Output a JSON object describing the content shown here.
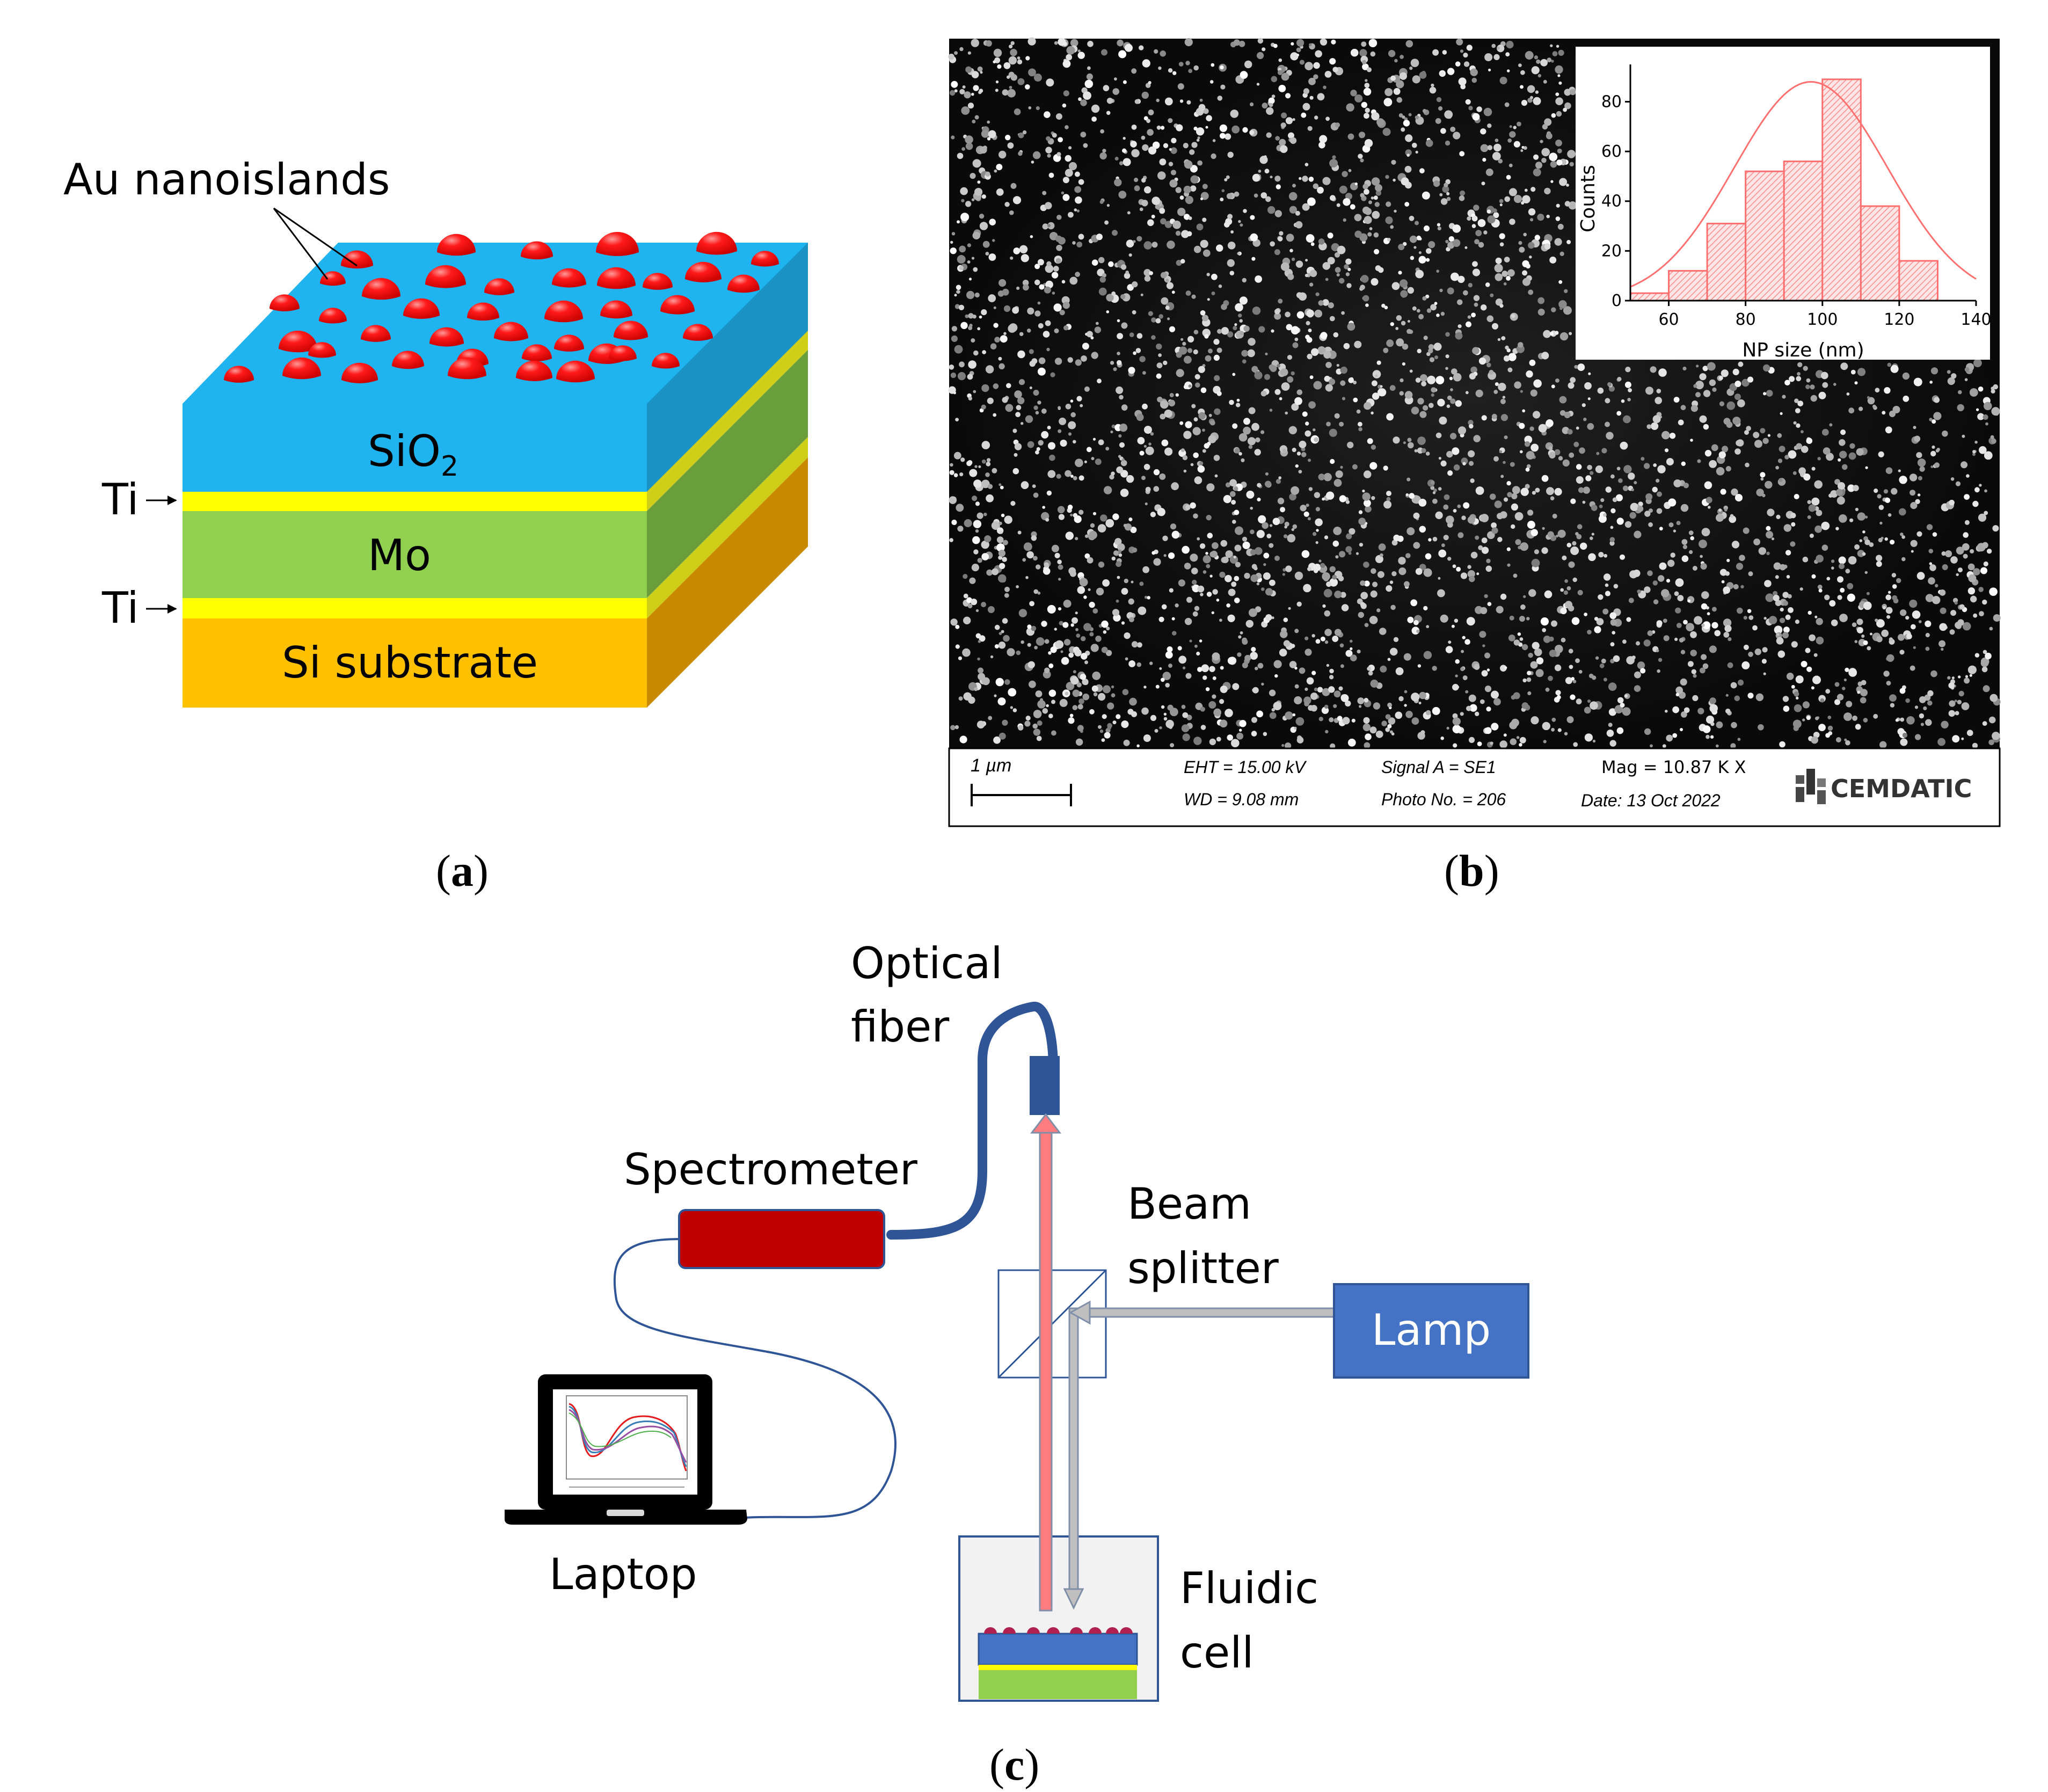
{
  "panel_a": {
    "caption": "(a)",
    "caption_letter": "a",
    "label_nanoislands": "Au nanoislands",
    "layer_sio2_base": "SiO",
    "layer_sio2_sub": "2",
    "layer_ti_1": "Ti",
    "layer_mo": "Mo",
    "layer_ti_2": "Ti",
    "layer_si": "Si substrate",
    "colors": {
      "sio2": "#1fb4ef",
      "ti": "#ffff00",
      "mo": "#92d050",
      "si": "#ffc000",
      "island": "#ff0000"
    }
  },
  "panel_b": {
    "caption": "(b)",
    "caption_letter": "b",
    "scale_bar": "1 µm",
    "eht": "EHT = 15.00 kV",
    "wd": "WD = 9.08 mm",
    "signal": "Signal A = SE1",
    "photo": "Photo No. = 206",
    "mag": "Mag =   10.87 K X",
    "date": "Date: 13 Oct 2022",
    "logo": "CEMDATIC"
  },
  "chart_data": {
    "type": "bar",
    "title": "",
    "xlabel": "NP size (nm)",
    "ylabel": "Counts",
    "bin_edges": [
      50,
      60,
      70,
      80,
      90,
      100,
      110,
      120,
      130
    ],
    "values": [
      3,
      12,
      31,
      52,
      56,
      89,
      38,
      16
    ],
    "fit": "gaussian",
    "fit_peak": 88,
    "xlim": [
      50,
      140
    ],
    "ylim": [
      0,
      95
    ],
    "xticks": [
      "60",
      "80",
      "100",
      "120",
      "140"
    ],
    "yticks": [
      "0",
      "20",
      "40",
      "60",
      "80"
    ],
    "color": "#ff6f6f"
  },
  "panel_c": {
    "caption": "(c)",
    "caption_letter": "c",
    "optical_fiber_line1": "Optical",
    "optical_fiber_line2": "fiber",
    "spectrometer": "Spectrometer",
    "beam_splitter_line1": "Beam",
    "beam_splitter_line2": "splitter",
    "lamp": "Lamp",
    "laptop": "Laptop",
    "fluidic_line1": "Fluidic",
    "fluidic_line2": "cell",
    "colors": {
      "spectrometer": "#c00000",
      "lamp": "#4472c4",
      "fiber": "#2f5597",
      "reflected_beam": "#ff7c80",
      "incident_beam": "#bfbfbf"
    }
  }
}
